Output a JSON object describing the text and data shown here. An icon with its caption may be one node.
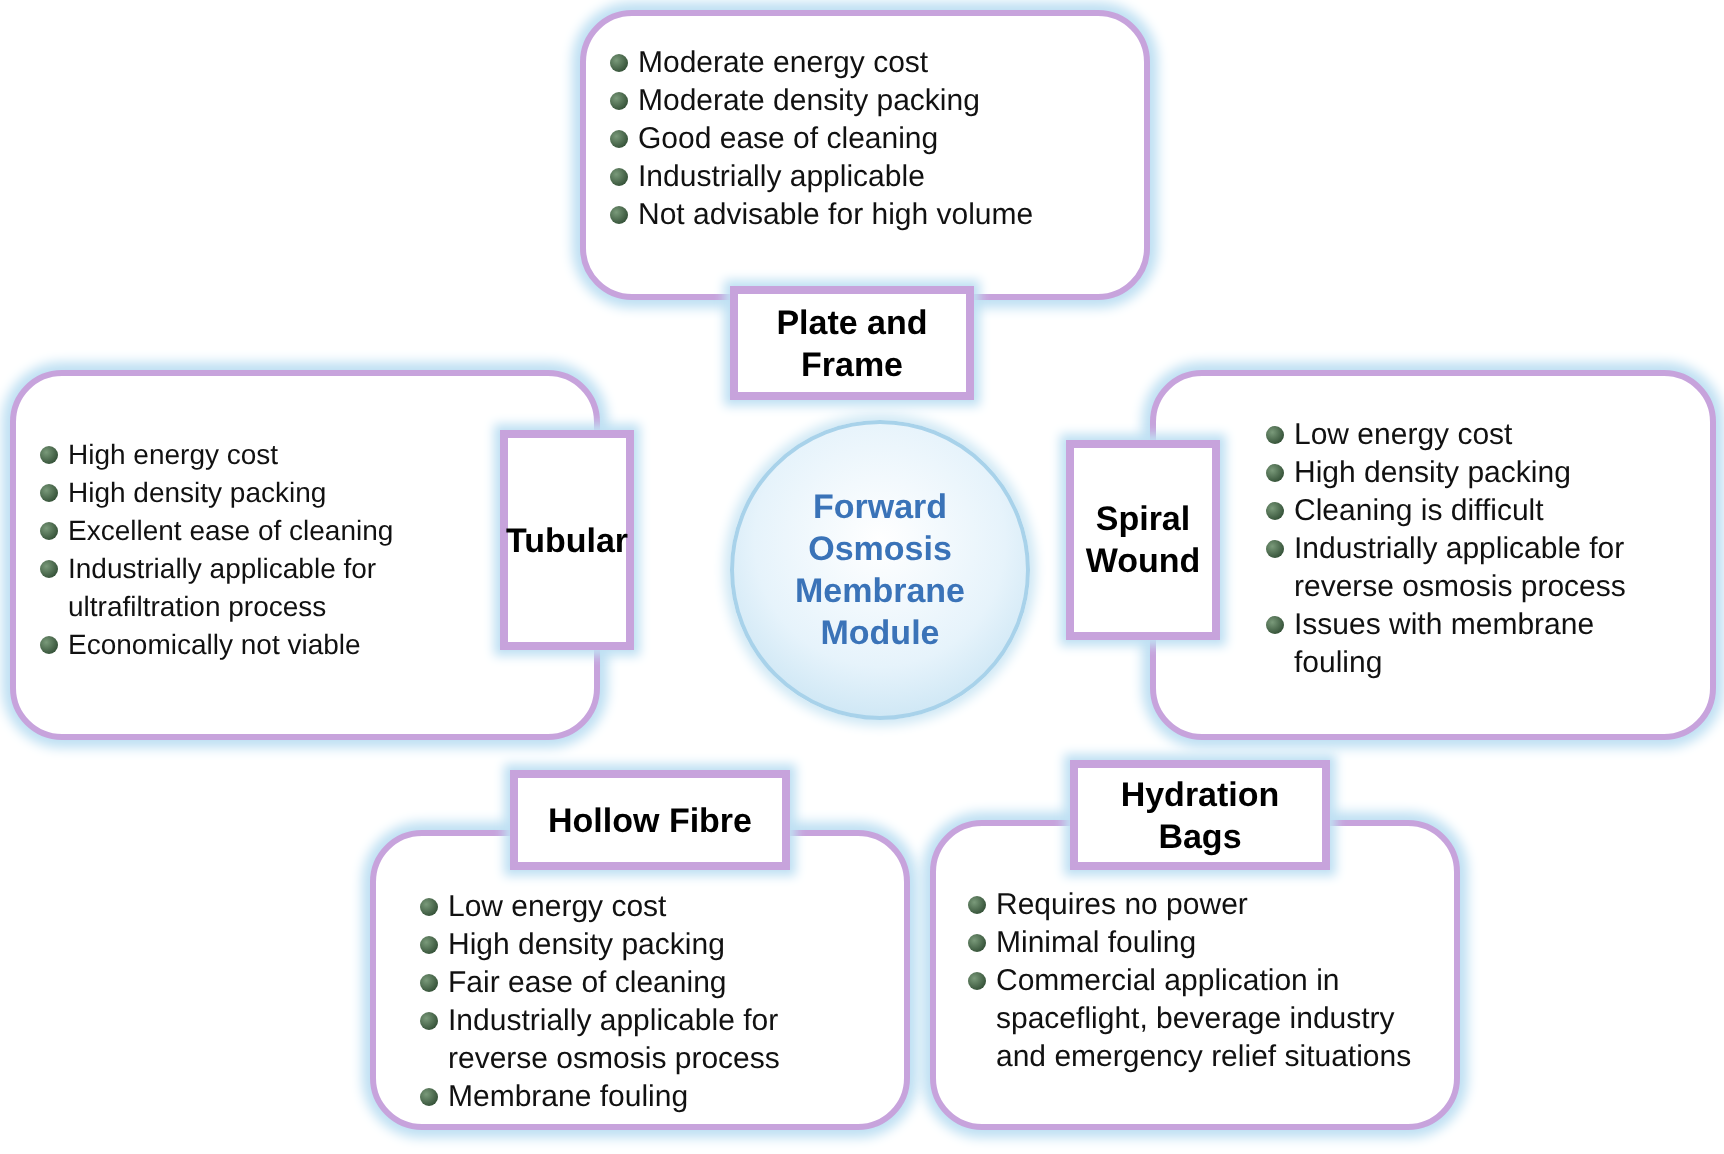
{
  "diagram": {
    "nodes": [
      {
        "text": [
          "Moderate energy cost",
          "Moderate density packing",
          "Good ease of cleaning",
          "Industrially applicable",
          "Not advisable for high volume"
        ]
      },
      {
        "text": [
          "Plate and Frame"
        ]
      },
      {
        "text": [
          "High energy cost",
          "High density packing",
          "Excellent ease of cleaning",
          "Industrially applicable for ultrafiltration process",
          "Economically not viable"
        ]
      },
      {
        "text": [
          "Tubular"
        ]
      },
      {
        "text": [
          "Forward Osmosis Membrane Module"
        ]
      },
      {
        "text": [
          "Spiral Wound"
        ]
      },
      {
        "text": [
          "Low energy cost",
          "High density packing",
          "Cleaning is difficult",
          "Industrially applicable for reverse osmosis process",
          "Issues with membrane fouling"
        ]
      },
      {
        "text": [
          "Hollow Fibre"
        ]
      },
      {
        "text": [
          "Hydration Bags"
        ]
      },
      {
        "text": [
          "Low energy cost",
          "High density packing",
          "Fair ease of cleaning",
          "Industrially applicable for reverse osmosis process",
          "Membrane fouling"
        ]
      },
      {
        "text": [
          "Requires no power",
          "Minimal fouling",
          "Commercial application in spaceflight, beverage industry and emergency relief situations"
        ]
      }
    ],
    "edges": []
  }
}
